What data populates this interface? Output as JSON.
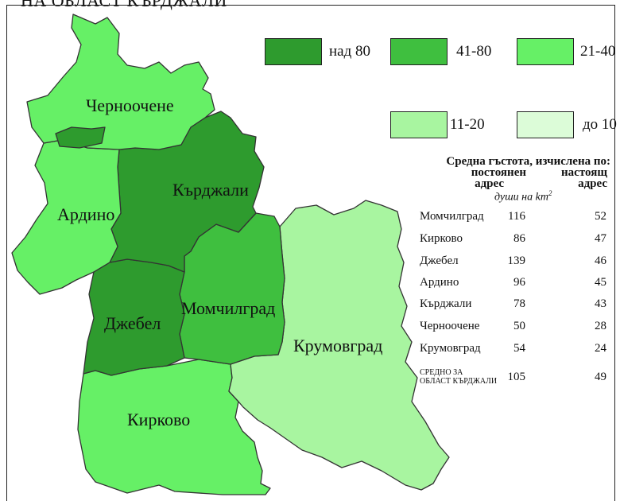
{
  "title": "НА ОБЛАСТ КЪРДЖАЛИ",
  "colors": {
    "over_80": "#2e9b2e",
    "41_80": "#3fbf3f",
    "21_40": "#66f066",
    "11_20": "#a8f5a0",
    "upto_10": "#dcfcd8",
    "border": "#333333"
  },
  "legend": [
    {
      "label": "над 80",
      "color": "#2e9b2e"
    },
    {
      "label": "41-80",
      "color": "#3fbf3f"
    },
    {
      "label": "21-40",
      "color": "#66f066"
    },
    {
      "label": "11-20",
      "color": "#a8f5a0"
    },
    {
      "label": "до 10",
      "color": "#dcfcd8"
    }
  ],
  "regions": {
    "chernoochene": "Черноочене",
    "ardino": "Ардино",
    "kardzhali": "Кърджали",
    "dzhebel": "Джебел",
    "momchilgrad": "Момчилград",
    "krumovgrad": "Крумовград",
    "kirkovo": "Кирково"
  },
  "table": {
    "header_main": "Средна гъстота, изчислена по:",
    "header_col1_line1": "постоянен",
    "header_col1_line2": "адрес",
    "header_col2_line1": "настоящ",
    "header_col2_line2": "адрес",
    "unit": "души на km",
    "unit_sup": "2",
    "rows": [
      {
        "name": "Момчилград",
        "permanent": "116",
        "current": "52"
      },
      {
        "name": "Кирково",
        "permanent": "86",
        "current": "47"
      },
      {
        "name": "Джебел",
        "permanent": "139",
        "current": "46"
      },
      {
        "name": "Ардино",
        "permanent": "96",
        "current": "45"
      },
      {
        "name": "Кърджали",
        "permanent": "78",
        "current": "43"
      },
      {
        "name": "Черноочене",
        "permanent": "50",
        "current": "28"
      },
      {
        "name": "Крумовград",
        "permanent": "54",
        "current": "24"
      }
    ],
    "total_line1": "СРЕДНО ЗА",
    "total_line2": "ОБЛАСТ КЪРДЖАЛИ",
    "total_permanent": "105",
    "total_current": "49"
  }
}
